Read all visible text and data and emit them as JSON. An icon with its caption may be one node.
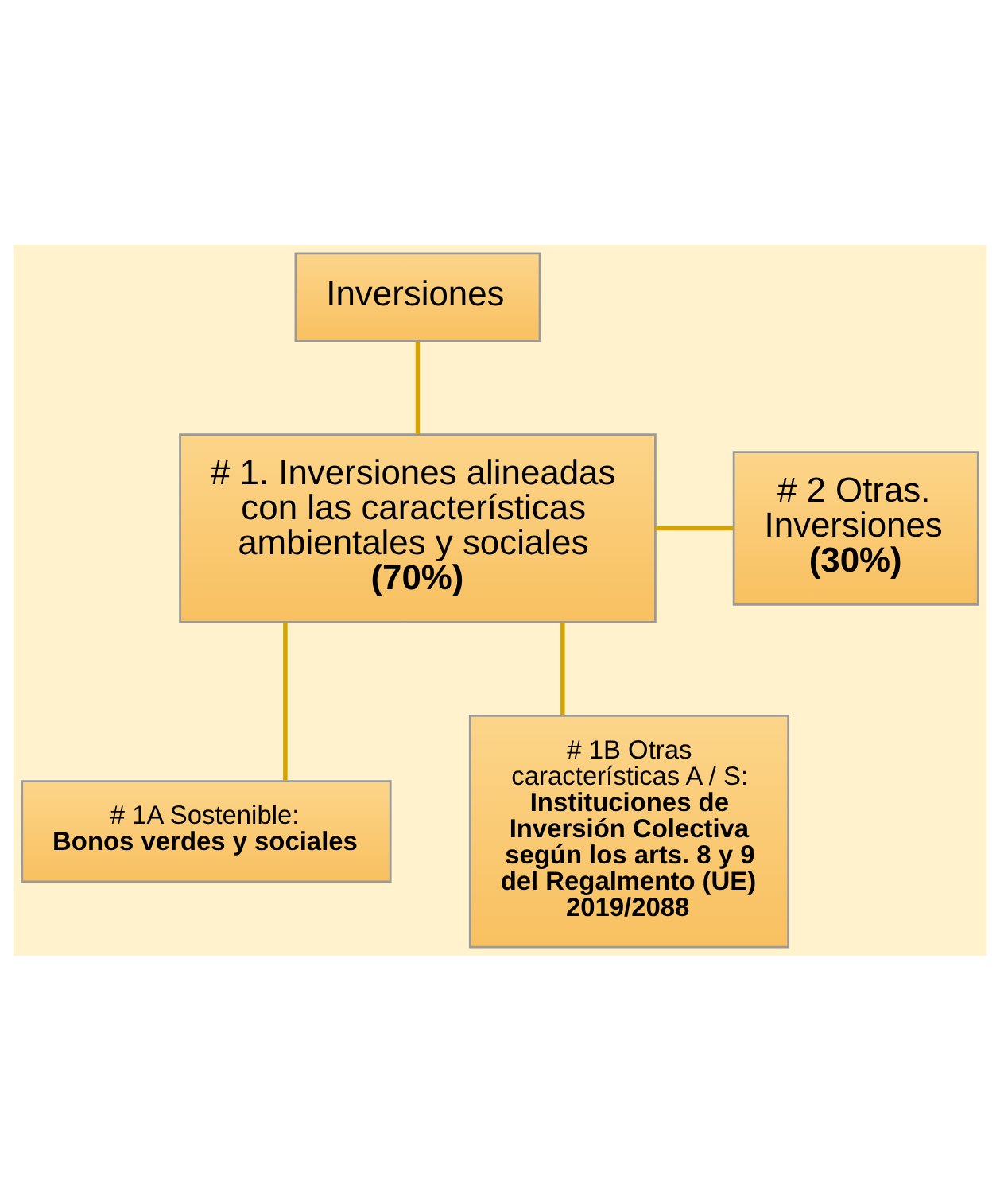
{
  "diagram": {
    "nodes": [
      {
        "text": [
          "Inversiones"
        ]
      },
      {
        "text": [
          "# 1. Inversiones alineadas con las características ambientales y sociales",
          "(70%)"
        ]
      },
      {
        "text": [
          "# 2 Otras. Inversiones",
          "(30%)"
        ]
      },
      {
        "text": [
          "# 1A Sostenible:",
          "Bonos verdes y sociales"
        ]
      },
      {
        "text": [
          "# 1B Otras características A / S:",
          "Instituciones de Inversión Colectiva según los arts. 8 y 9 del Regalmento (UE) 2019/2088"
        ]
      }
    ],
    "edges": [
      {
        "from": 0,
        "to": 1,
        "arrow": "none"
      },
      {
        "from": 1,
        "to": 2,
        "arrow": "none"
      },
      {
        "from": 1,
        "to": 3,
        "arrow": "none"
      },
      {
        "from": 1,
        "to": 4,
        "arrow": "none"
      }
    ]
  }
}
